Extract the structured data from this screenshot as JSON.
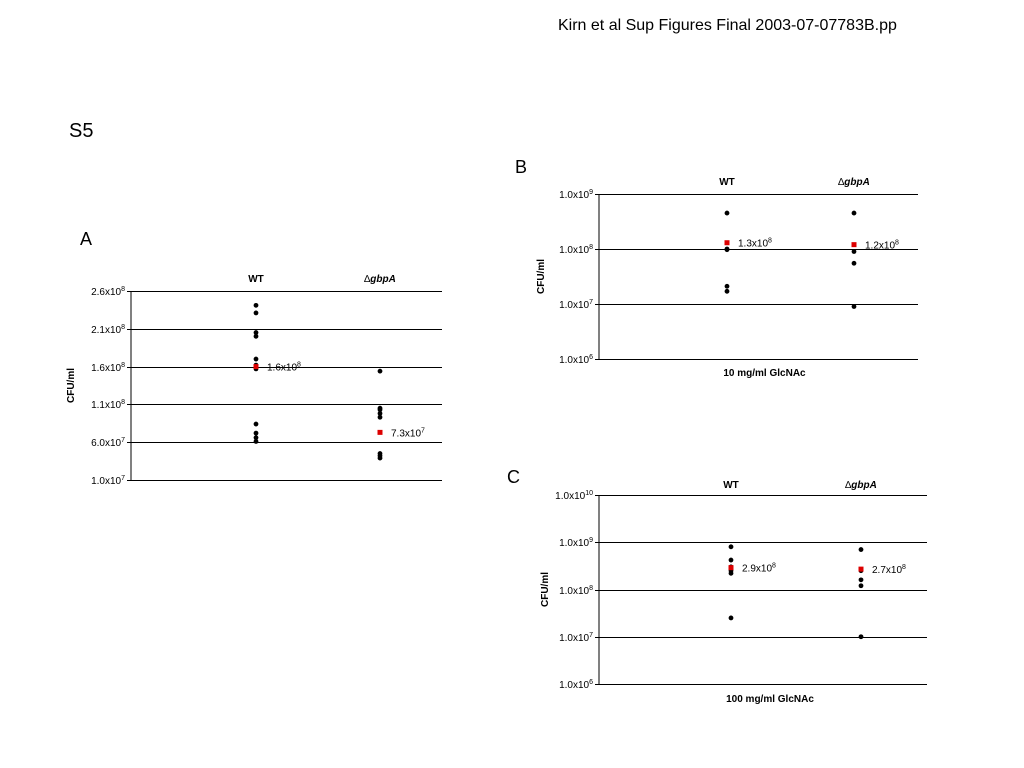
{
  "header": {
    "title": "Kirn et al Sup Figures Final 2003-07-07783B.pp",
    "figure_label": "S5"
  },
  "colors": {
    "points": "#000000",
    "mean_marker": "#dd0000",
    "gridline": "#000000"
  },
  "chart_data": [
    {
      "panel": "A",
      "type": "scatter",
      "scale": "linear",
      "ylabel": "CFU/ml",
      "xlabel": "",
      "ylim": [
        10000000,
        260000000
      ],
      "yticks": [
        {
          "value": 260000000,
          "mantissa": "2.6x10",
          "exp": "8"
        },
        {
          "value": 210000000,
          "mantissa": "2.1x10",
          "exp": "8"
        },
        {
          "value": 160000000,
          "mantissa": "1.6x10",
          "exp": "8"
        },
        {
          "value": 110000000,
          "mantissa": "1.1x10",
          "exp": "8"
        },
        {
          "value": 60000000,
          "mantissa": "6.0x10",
          "exp": "7"
        },
        {
          "value": 10000000,
          "mantissa": "1.0x10",
          "exp": "7"
        }
      ],
      "groups": [
        {
          "label": "WT",
          "prefix": "",
          "italic": false,
          "points": [
            241000000,
            231000000,
            205000000,
            200000000,
            170000000,
            162000000,
            157000000,
            84000000,
            72000000,
            66000000,
            61000000
          ],
          "mean": 160000000,
          "mean_label": {
            "mantissa": "1.6x10",
            "exp": "8"
          }
        },
        {
          "label": "gbpA",
          "prefix": "∆",
          "italic": true,
          "points": [
            154000000,
            105000000,
            103000000,
            98000000,
            93000000,
            45000000,
            42000000,
            39000000
          ],
          "mean": 73000000,
          "mean_label": {
            "mantissa": "7.3x10",
            "exp": "7"
          }
        }
      ]
    },
    {
      "panel": "B",
      "type": "scatter",
      "scale": "log",
      "ylabel": "CFU/ml",
      "xlabel": "10 mg/ml GlcNAc",
      "ylim": [
        1000000,
        1000000000
      ],
      "yticks": [
        {
          "value": 1000000000,
          "mantissa": "1.0x10",
          "exp": "9"
        },
        {
          "value": 100000000,
          "mantissa": "1.0x10",
          "exp": "8"
        },
        {
          "value": 10000000,
          "mantissa": "1.0x10",
          "exp": "7"
        },
        {
          "value": 1000000,
          "mantissa": "1.0x10",
          "exp": "6"
        }
      ],
      "groups": [
        {
          "label": "WT",
          "prefix": "",
          "italic": false,
          "points": [
            450000000,
            100000000,
            97000000,
            21000000,
            17000000
          ],
          "mean": 130000000,
          "mean_label": {
            "mantissa": "1.3x10",
            "exp": "8"
          }
        },
        {
          "label": "gbpA",
          "prefix": "∆",
          "italic": true,
          "points": [
            450000000,
            90000000,
            55000000,
            9000000
          ],
          "mean": 120000000,
          "mean_label": {
            "mantissa": "1.2x10",
            "exp": "8"
          }
        }
      ]
    },
    {
      "panel": "C",
      "type": "scatter",
      "scale": "log",
      "ylabel": "CFU/ml",
      "xlabel": "100 mg/ml GlcNAc",
      "ylim": [
        1000000,
        10000000000
      ],
      "yticks": [
        {
          "value": 10000000000,
          "mantissa": "1.0x10",
          "exp": "10"
        },
        {
          "value": 1000000000,
          "mantissa": "1.0x10",
          "exp": "9"
        },
        {
          "value": 100000000,
          "mantissa": "1.0x10",
          "exp": "8"
        },
        {
          "value": 10000000,
          "mantissa": "1.0x10",
          "exp": "7"
        },
        {
          "value": 1000000,
          "mantissa": "1.0x10",
          "exp": "6"
        }
      ],
      "groups": [
        {
          "label": "WT",
          "prefix": "",
          "italic": false,
          "points": [
            800000000,
            420000000,
            300000000,
            250000000,
            220000000,
            25000000
          ],
          "mean": 290000000,
          "mean_label": {
            "mantissa": "2.9x10",
            "exp": "8"
          }
        },
        {
          "label": "gbpA",
          "prefix": "∆",
          "italic": true,
          "points": [
            700000000,
            250000000,
            160000000,
            120000000,
            10000000
          ],
          "mean": 270000000,
          "mean_label": {
            "mantissa": "2.7x10",
            "exp": "8"
          }
        }
      ]
    }
  ]
}
